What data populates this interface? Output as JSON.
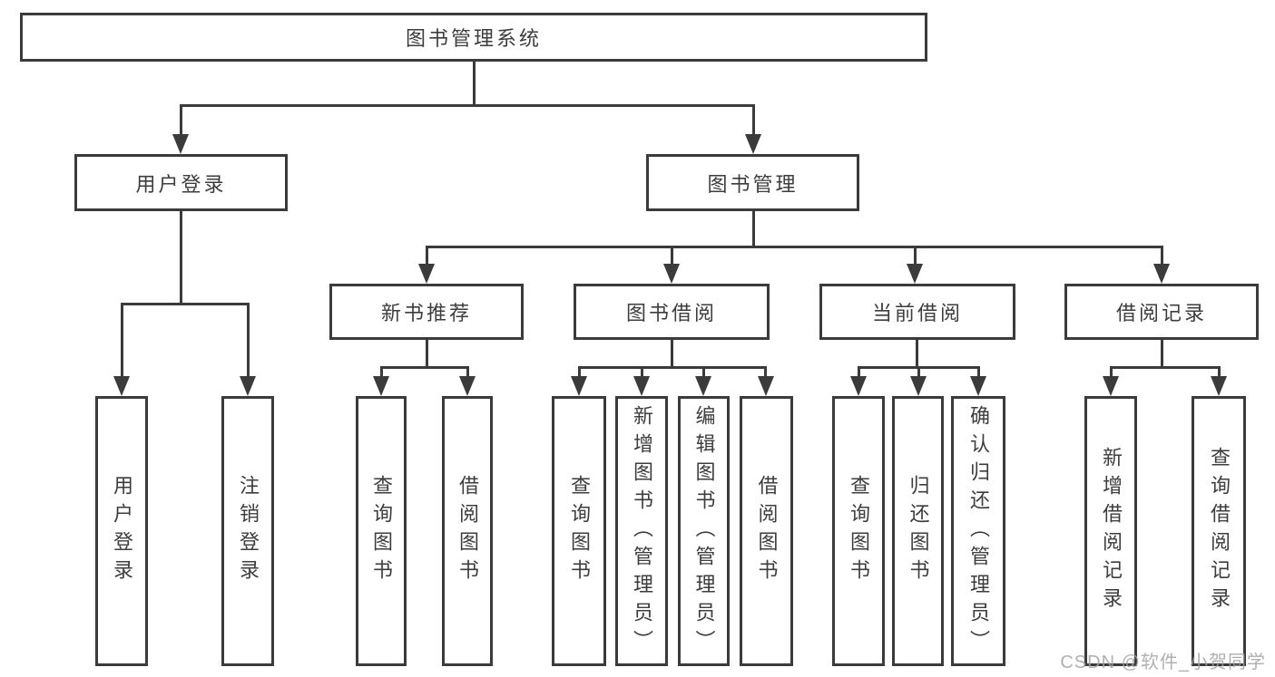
{
  "tree": {
    "label": "图书管理系统",
    "children": [
      {
        "label": "用户登录",
        "children": [
          {
            "label": "用户登录"
          },
          {
            "label": "注销登录"
          }
        ]
      },
      {
        "label": "图书管理",
        "children": [
          {
            "label": "新书推荐",
            "children": [
              {
                "label": "查询图书"
              },
              {
                "label": "借阅图书"
              }
            ]
          },
          {
            "label": "图书借阅",
            "children": [
              {
                "label": "查询图书"
              },
              {
                "label": "新增图书（管理员）"
              },
              {
                "label": "编辑图书（管理员）"
              },
              {
                "label": "借阅图书"
              }
            ]
          },
          {
            "label": "当前借阅",
            "children": [
              {
                "label": "查询图书"
              },
              {
                "label": "归还图书"
              },
              {
                "label": "确认归还（管理员）"
              }
            ]
          },
          {
            "label": "借阅记录",
            "children": [
              {
                "label": "新增借阅记录"
              },
              {
                "label": "查询借阅记录"
              }
            ]
          }
        ]
      }
    ]
  },
  "watermark": {
    "text": "CSDN @软件_小贺同学"
  },
  "colors": {
    "line": "#3b3b3b",
    "text": "#3d3d3d",
    "background": "#ffffff",
    "watermark": "#a3a3a3"
  }
}
